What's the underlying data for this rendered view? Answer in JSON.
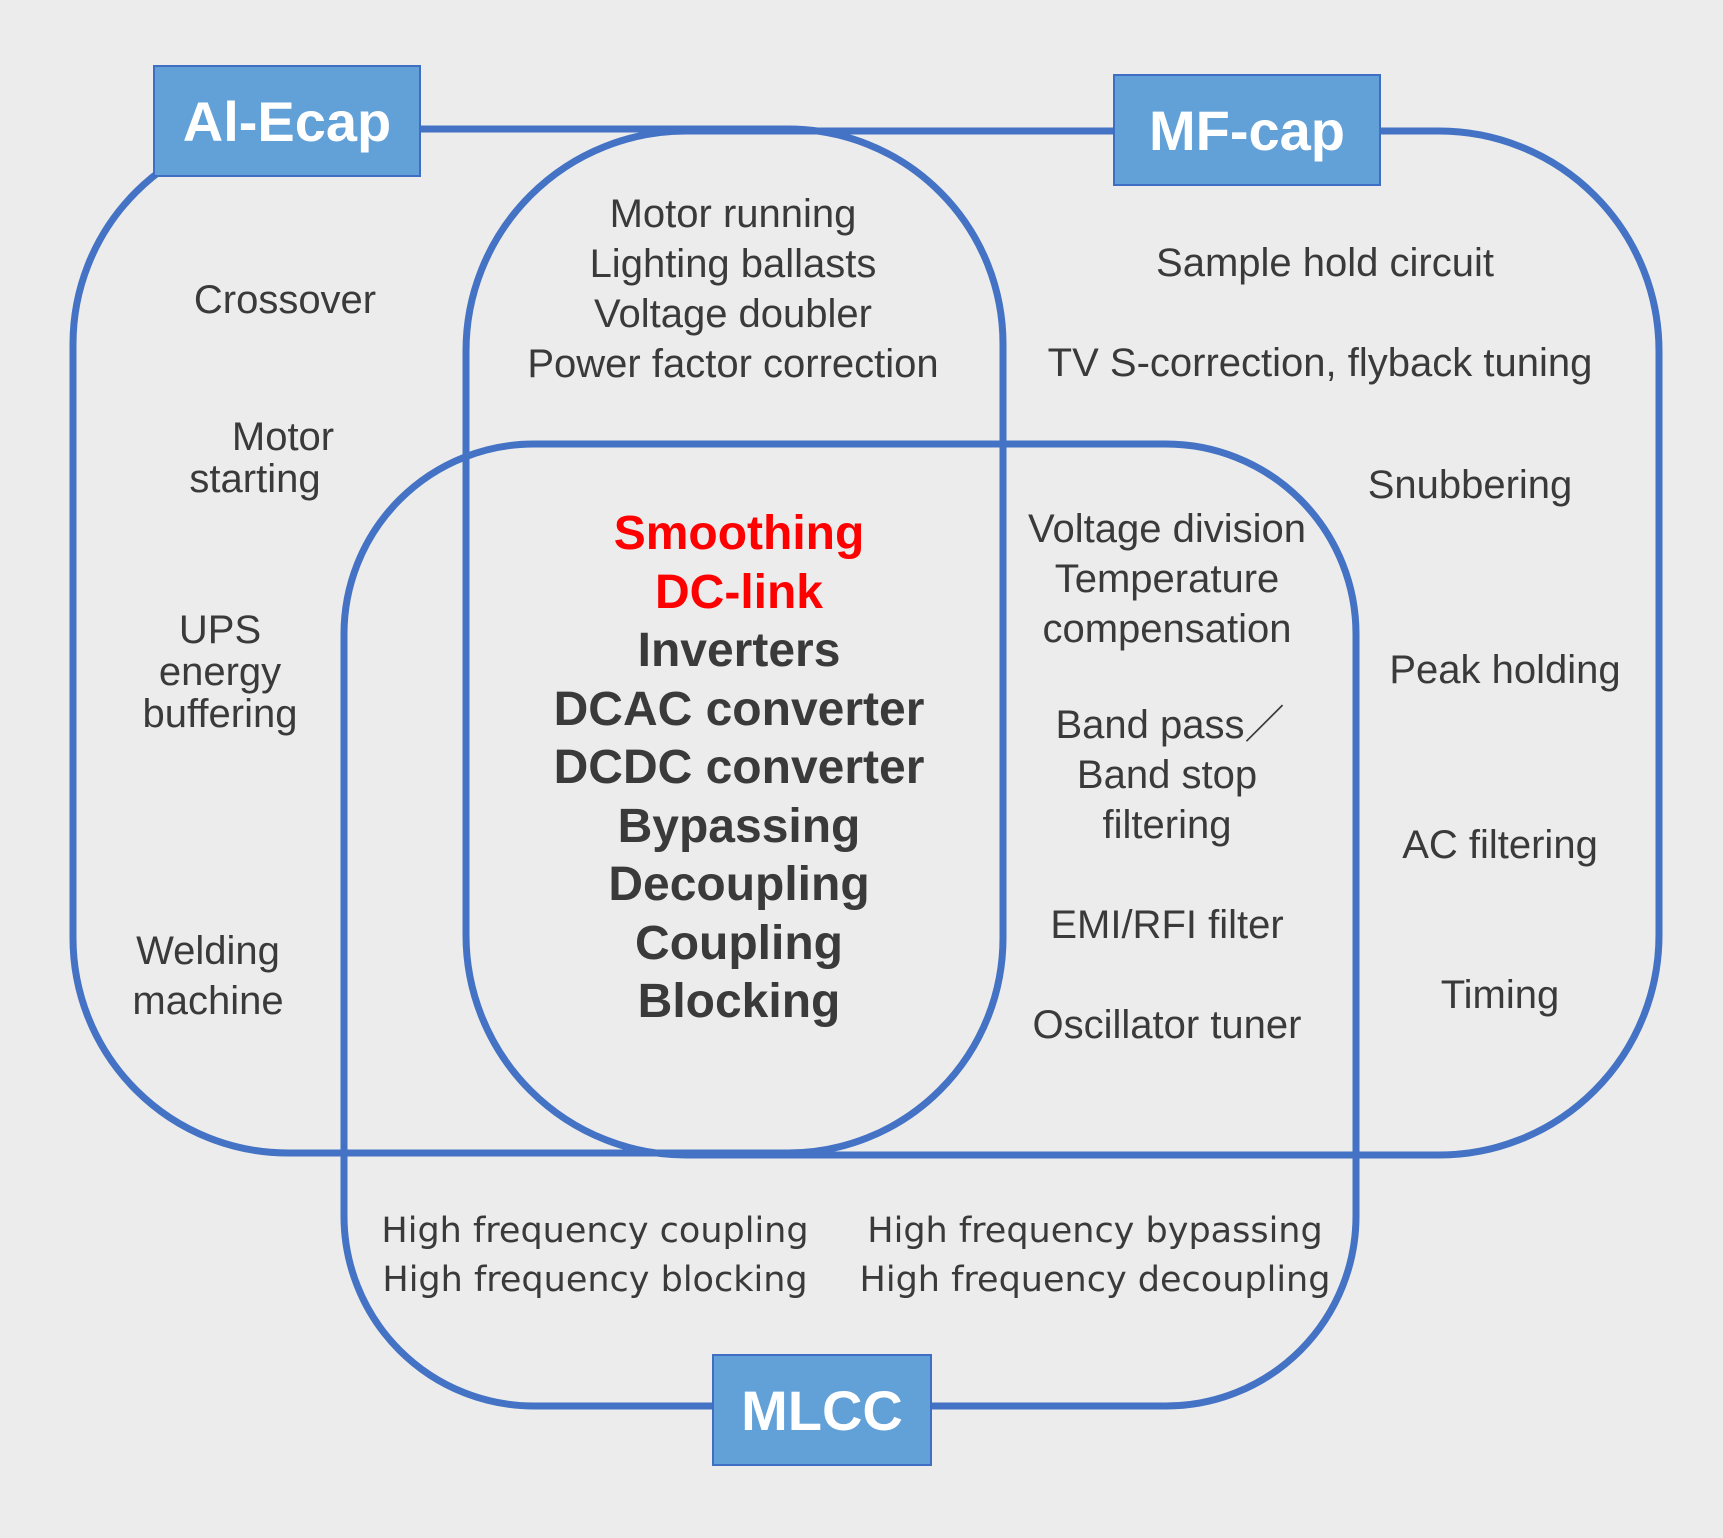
{
  "sets": {
    "al_ecap": "Al-Ecap",
    "mf_cap": "MF-cap",
    "mlcc": "MLCC"
  },
  "al_only": {
    "crossover": "Crossover",
    "motor_starting": [
      "Motor",
      "starting"
    ],
    "ups": [
      "UPS",
      "energy",
      "buffering"
    ],
    "welding": [
      "Welding",
      "machine"
    ]
  },
  "al_mf": [
    "Motor running",
    "Lighting ballasts",
    "Voltage doubler",
    "Power factor correction"
  ],
  "mf_only": {
    "sample_hold": "Sample hold circuit",
    "tv": "TV S-correction, flyback tuning",
    "snubbering": "Snubbering",
    "peak_holding": "Peak holding",
    "ac_filtering": "AC filtering",
    "timing": "Timing"
  },
  "core": {
    "highlight": [
      "Smoothing",
      "DC-link"
    ],
    "items": [
      "Inverters",
      "DCAC converter",
      "DCDC converter",
      "Bypassing",
      "Decoupling",
      "Coupling",
      "Blocking"
    ]
  },
  "mf_mlcc": {
    "voltage": [
      "Voltage division",
      "Temperature",
      "compensation"
    ],
    "band": [
      "Band pass／",
      "Band stop",
      "filtering"
    ],
    "emi": "EMI/RFI filter",
    "oscillator": "Oscillator tuner"
  },
  "mlcc_only": {
    "left": [
      "High frequency coupling",
      "High frequency blocking"
    ],
    "right": [
      "High frequency bypassing",
      "High frequency decoupling"
    ]
  },
  "colors": {
    "outline": "#4472c4",
    "label_fill": "#62a1d7",
    "highlight": "#ff0000",
    "text": "#3a3a3a"
  }
}
